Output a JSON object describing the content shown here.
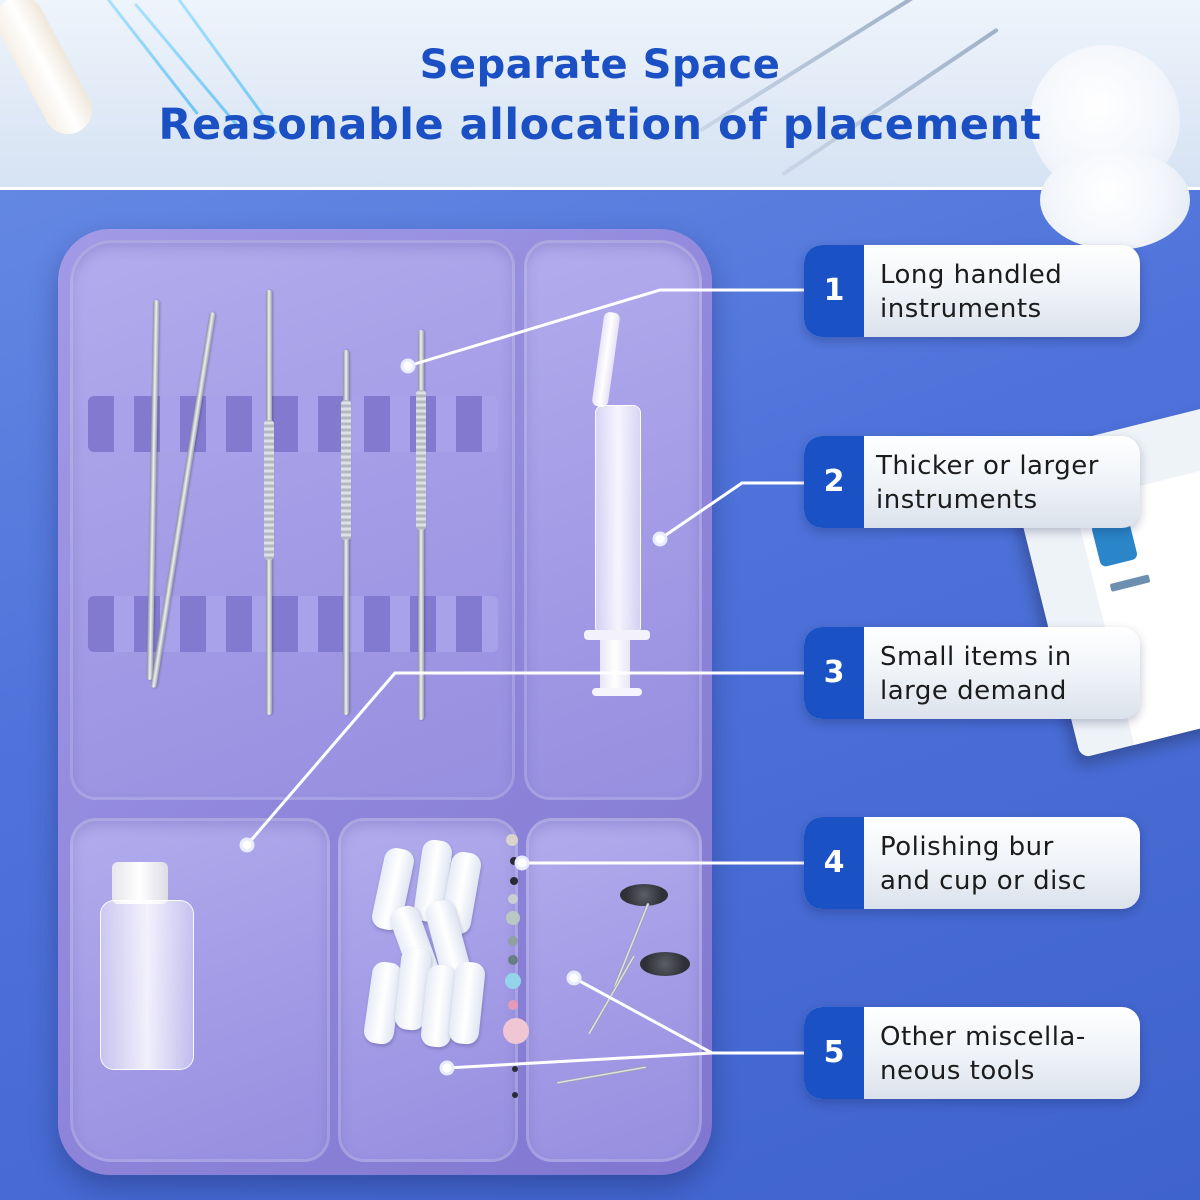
{
  "header": {
    "title_line1": "Separate Space",
    "title_line2": "Reasonable allocation of placement"
  },
  "labels": [
    {
      "number": "1",
      "line1": "Long handled",
      "line2": "instruments"
    },
    {
      "number": "2",
      "line1": "Thicker or larger",
      "line2": "instruments"
    },
    {
      "number": "3",
      "line1": "Small items in",
      "line2": "large demand"
    },
    {
      "number": "4",
      "line1": "Polishing bur",
      "line2": "and cup or disc"
    },
    {
      "number": "5",
      "line1": "Other miscella-",
      "line2": "neous tools"
    }
  ],
  "colors": {
    "accent_blue": "#1a52c6",
    "title_blue": "#1b4fc4",
    "tray_purple": "#9087dc",
    "background_blue": "#4f73da"
  }
}
